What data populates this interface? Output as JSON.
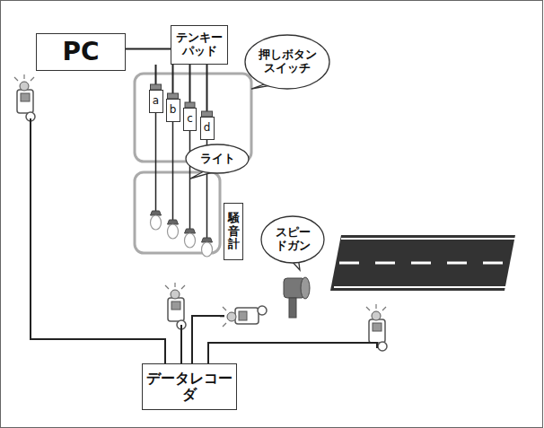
{
  "diagram": {
    "nodes": [
      {
        "text": [
          "PC"
        ]
      },
      {
        "text": [
          "テンキーパッド"
        ]
      },
      {
        "text": [
          "押しボタンスイッチ"
        ]
      },
      {
        "text": [
          "a"
        ]
      },
      {
        "text": [
          "b"
        ]
      },
      {
        "text": [
          "c"
        ]
      },
      {
        "text": [
          "d"
        ]
      },
      {
        "text": [
          "ライト"
        ]
      },
      {
        "text": [
          "騒音計"
        ]
      },
      {
        "text": [
          "スピードガン"
        ]
      },
      {
        "text": [
          "データレコーダ"
        ]
      }
    ],
    "edges": [
      {
        "from": 0,
        "to": 1,
        "arrow": "none"
      },
      {
        "from": 1,
        "to": 3,
        "arrow": "none"
      },
      {
        "from": 1,
        "to": 4,
        "arrow": "none"
      },
      {
        "from": 1,
        "to": 5,
        "arrow": "none"
      },
      {
        "from": 1,
        "to": 6,
        "arrow": "none"
      }
    ]
  }
}
